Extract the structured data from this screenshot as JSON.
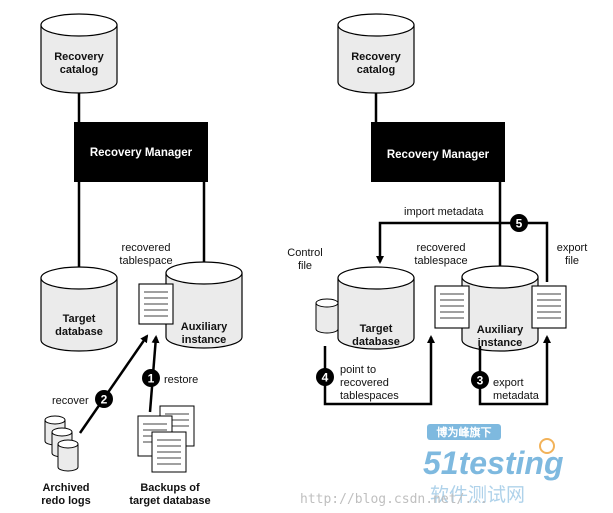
{
  "left": {
    "recovery_catalog": [
      "Recovery",
      "catalog"
    ],
    "recovery_manager": "Recovery Manager",
    "target_database": [
      "Target",
      "database"
    ],
    "auxiliary_instance": [
      "Auxiliary",
      "instance"
    ],
    "recovered_tablespace": [
      "recovered",
      "tablespace"
    ],
    "step1": {
      "number": "1",
      "label": "restore"
    },
    "step2": {
      "number": "2",
      "label": "recover"
    },
    "archived_redo_logs": [
      "Archived",
      "redo logs"
    ],
    "backups": [
      "Backups of",
      "target database"
    ]
  },
  "right": {
    "recovery_catalog": [
      "Recovery",
      "catalog"
    ],
    "recovery_manager": "Recovery Manager",
    "control_file": [
      "Control",
      "file"
    ],
    "target_database": [
      "Target",
      "database"
    ],
    "auxiliary_instance": [
      "Auxiliary",
      "instance"
    ],
    "recovered_tablespace": [
      "recovered",
      "tablespace"
    ],
    "export_file": [
      "export",
      "file"
    ],
    "step3": {
      "number": "3",
      "label": [
        "export",
        "metadata"
      ]
    },
    "step4": {
      "number": "4",
      "label": [
        "point to",
        "recovered",
        "tablespaces"
      ]
    },
    "step5": {
      "number": "5",
      "label": "import metadata"
    }
  },
  "watermark": {
    "badge": "博为峰旗下",
    "brand": "51testing",
    "cn": "软件测试网",
    "url": "http://blog.csdn.net/..."
  },
  "colors": {
    "cylinder": "#ebebeb",
    "box": "#000000",
    "line": "#000000",
    "watermark_blue": "#5fa8d8",
    "watermark_orange": "#f0a030"
  }
}
